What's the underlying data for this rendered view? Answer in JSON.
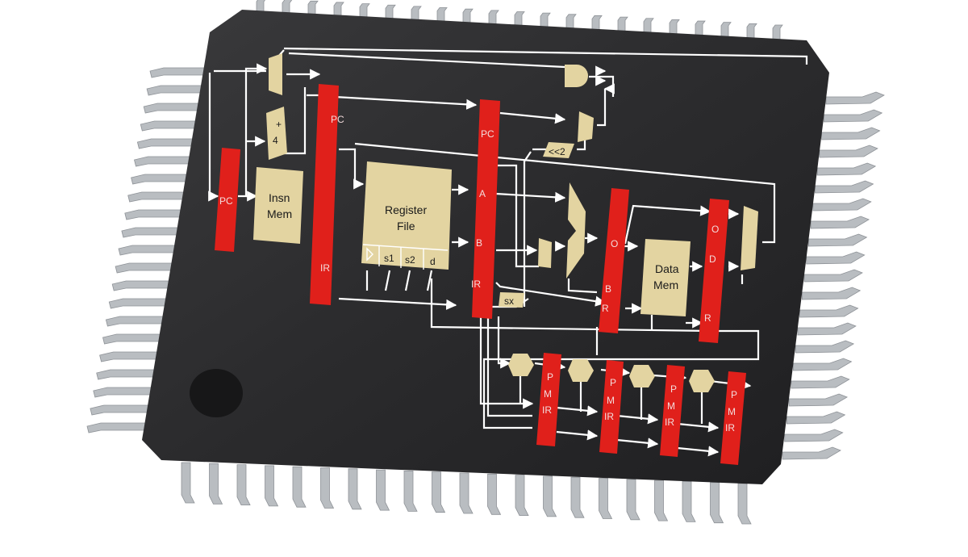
{
  "colors": {
    "chip_body": "#2b2b2d",
    "pin": "#b9bdc1",
    "pipeline_register": "#e0201b",
    "functional_block": "#e3d4a1",
    "wire": "#ffffff",
    "background": "#ffffff"
  },
  "labels": {
    "pc_fetch": "PC",
    "insn_mem": [
      "Insn",
      "Mem"
    ],
    "plus": "+",
    "four": "4",
    "dx_pc": "PC",
    "dx_ir": "IR",
    "register_file": [
      "Register",
      "File"
    ],
    "s1": "s1",
    "s2": "s2",
    "d": "d",
    "xm_pc": "PC",
    "xm_a": "A",
    "xm_b": "B",
    "xm_ir": "IR",
    "shift": "<<2",
    "sx": "sx",
    "mw_o": "O",
    "mw_b": "B",
    "mw_r": "R",
    "data_mem": [
      "Data",
      "Mem"
    ],
    "wb_o": "O",
    "wb_d": "D",
    "wb_r": "R",
    "pmir_p": "P",
    "pmir_m": "M",
    "pmir_ir": "IR"
  }
}
